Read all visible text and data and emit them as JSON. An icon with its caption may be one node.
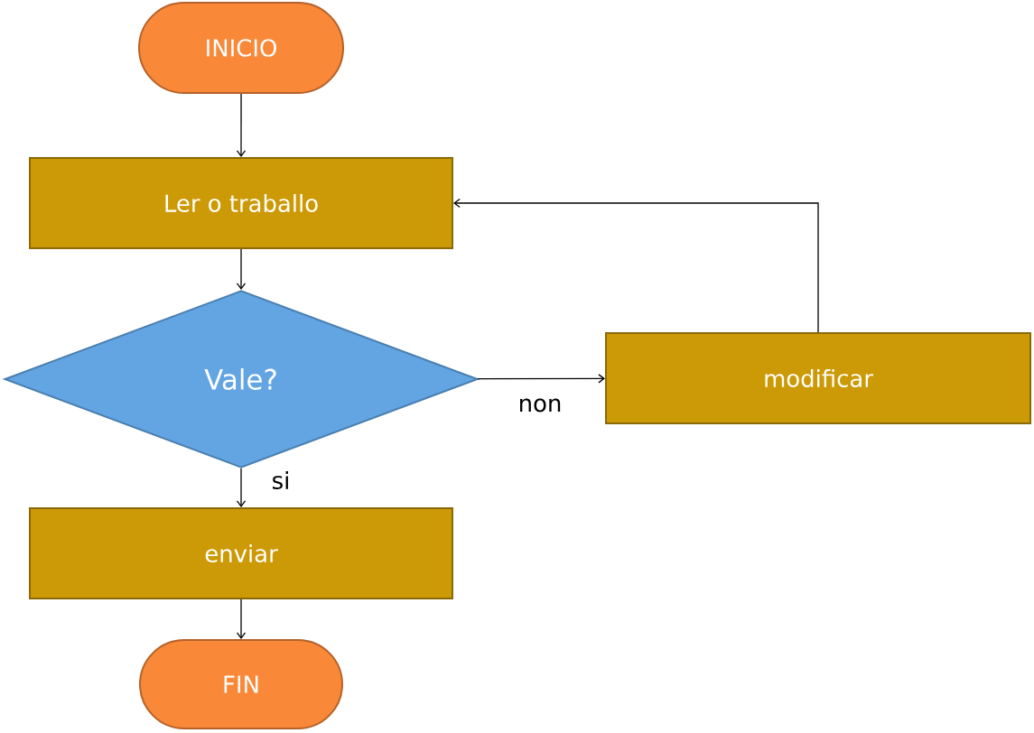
{
  "diagram": {
    "nodes": [
      {
        "text": [
          "INICIO"
        ]
      },
      {
        "text": [
          "Ler o traballo"
        ]
      },
      {
        "text": [
          "Vale?"
        ]
      },
      {
        "text": [
          "modificar"
        ]
      },
      {
        "text": [
          "enviar"
        ]
      },
      {
        "text": [
          "FIN"
        ]
      }
    ],
    "edges": [
      {
        "from": 0,
        "to": 1,
        "arrow": "to"
      },
      {
        "from": 1,
        "to": 2,
        "arrow": "to"
      },
      {
        "from": 2,
        "to": 3,
        "arrow": "to",
        "label": "non"
      },
      {
        "from": 3,
        "to": 1,
        "arrow": "to"
      },
      {
        "from": 2,
        "to": 4,
        "arrow": "to",
        "label": "si"
      },
      {
        "from": 4,
        "to": 5,
        "arrow": "to"
      }
    ]
  }
}
